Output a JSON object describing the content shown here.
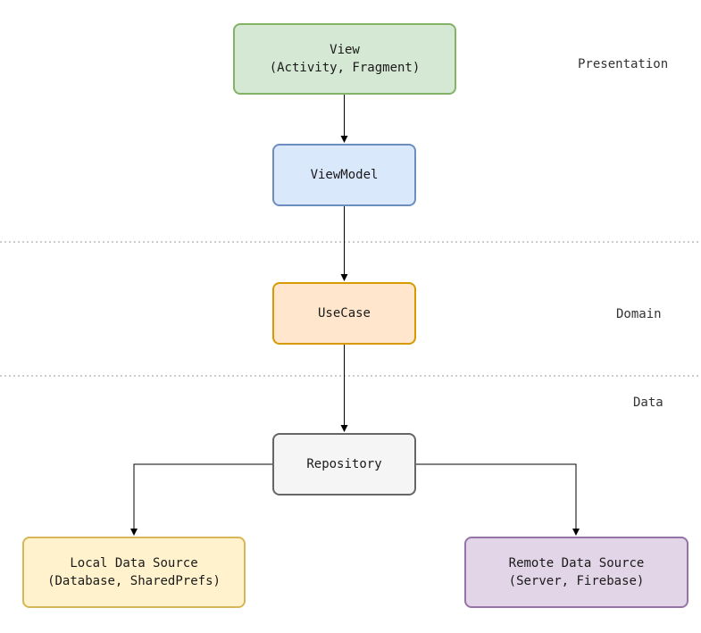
{
  "layers": {
    "presentation": "Presentation",
    "domain": "Domain",
    "data": "Data"
  },
  "nodes": {
    "view": {
      "line1": "View",
      "line2": "(Activity, Fragment)"
    },
    "viewmodel": {
      "line1": "ViewModel"
    },
    "usecase": {
      "line1": "UseCase"
    },
    "repository": {
      "line1": "Repository"
    },
    "local_data_source": {
      "line1": "Local Data Source",
      "line2": "(Database, SharedPrefs)"
    },
    "remote_data_source": {
      "line1": "Remote Data Source",
      "line2": "(Server, Firebase)"
    }
  },
  "edges": [
    {
      "from": "View",
      "to": "ViewModel"
    },
    {
      "from": "ViewModel",
      "to": "UseCase"
    },
    {
      "from": "UseCase",
      "to": "Repository"
    },
    {
      "from": "Repository",
      "to": "Local Data Source"
    },
    {
      "from": "Repository",
      "to": "Remote Data Source"
    }
  ],
  "colors": {
    "view": {
      "fill": "#d5e8d4",
      "stroke": "#82b366"
    },
    "viewmodel": {
      "fill": "#dae8fc",
      "stroke": "#6c8ebf"
    },
    "usecase": {
      "fill": "#ffe6cc",
      "stroke": "#d79b00"
    },
    "repository": {
      "fill": "#f5f5f5",
      "stroke": "#666666"
    },
    "local_data_source": {
      "fill": "#fff2cc",
      "stroke": "#d6b656"
    },
    "remote_data_source": {
      "fill": "#e1d5e7",
      "stroke": "#9673a6"
    },
    "connector": "#000000",
    "layer_divider": "#999999"
  }
}
